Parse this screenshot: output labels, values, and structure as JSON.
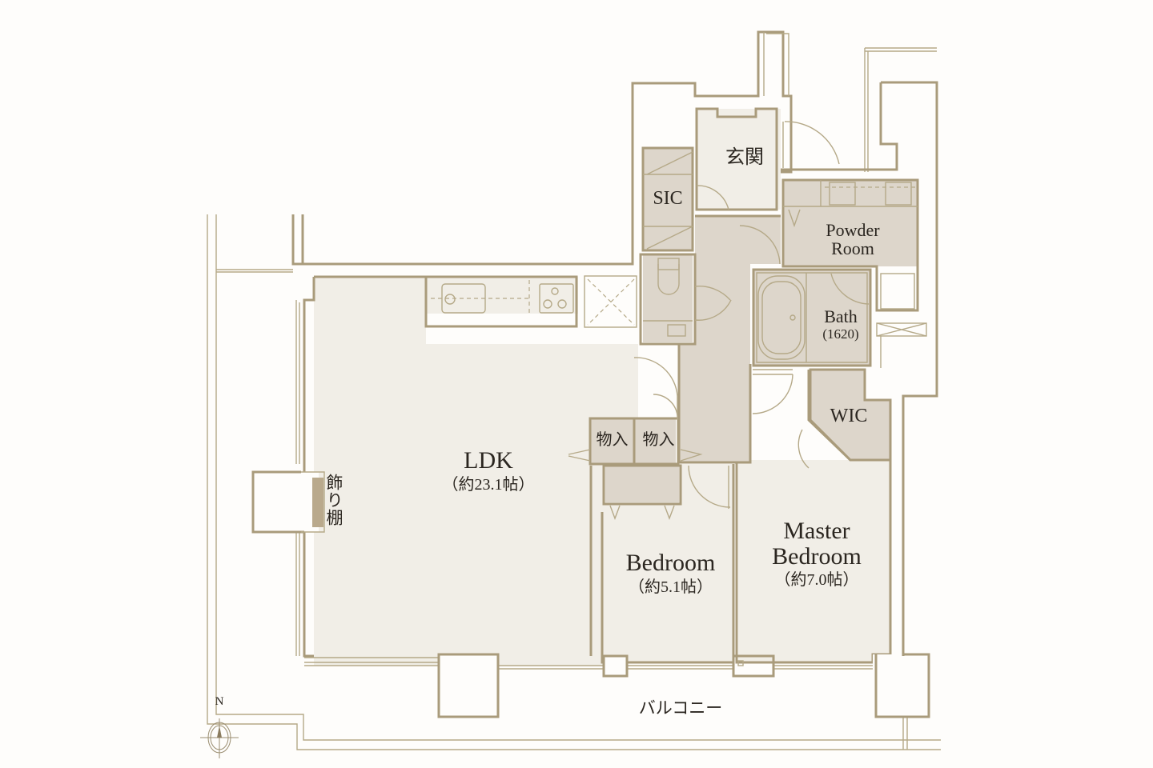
{
  "floorplan": {
    "rooms": {
      "ldk": {
        "name": "LDK",
        "size": "（約23.1帖）"
      },
      "bedroom": {
        "name": "Bedroom",
        "size": "（約5.1帖）"
      },
      "master": {
        "name_line1": "Master",
        "name_line2": "Bedroom",
        "size": "（約7.0帖）"
      },
      "entrance": {
        "name": "玄関"
      },
      "sic": {
        "name": "SIC"
      },
      "powder": {
        "name_line1": "Powder",
        "name_line2": "Room"
      },
      "bath": {
        "name": "Bath",
        "size": "(1620)"
      },
      "wic": {
        "name": "WIC"
      },
      "storage1": {
        "name": "物入"
      },
      "storage2": {
        "name": "物入"
      },
      "shelf": {
        "name": "飾り棚"
      },
      "balcony": {
        "name": "バルコニー"
      }
    },
    "compass": {
      "label": "N"
    },
    "colors": {
      "wall": "#a99b7b",
      "room_light": "#f1eee7",
      "room_dark": "#ddd6cb",
      "background": "#fefdfb",
      "text": "#2b2620"
    }
  }
}
